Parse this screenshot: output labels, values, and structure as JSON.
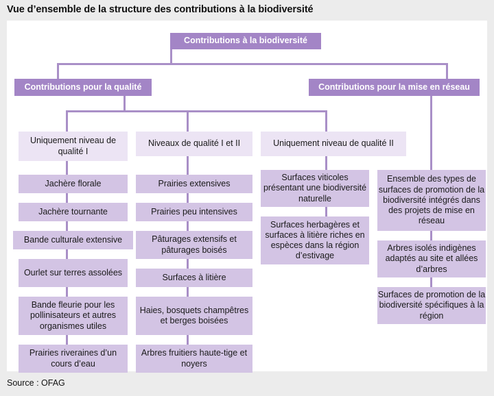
{
  "title": "Vue d’ensemble de la structure des contributions à la biodiversité",
  "source": "Source : OFAG",
  "colors": {
    "page_background": "#ececec",
    "canvas_background": "#ffffff",
    "node_level1": "#a385c6",
    "node_level2": "#a385c6",
    "node_header": "#ece4f4",
    "node_item": "#d3c4e4",
    "connector": "#a98fc7",
    "text_dark": "#1a1a1a",
    "text_light": "#ffffff"
  },
  "root": {
    "label": "Contributions à la biodiversité"
  },
  "level2": [
    {
      "label": "Contributions pour la qualité"
    },
    {
      "label": "Contributions pour la mise en réseau"
    }
  ],
  "columns": [
    {
      "header": "Uniquement niveau de qualité I",
      "items": [
        "Jachère florale",
        "Jachère tournante",
        "Bande culturale extensive",
        "Ourlet sur terres assolées",
        "Bande fleurie pour les pollinisateurs et autres organismes utiles",
        "Prairies riveraines d’un cours d’eau"
      ]
    },
    {
      "header": "Niveaux de qualité I et II",
      "items": [
        "Prairies extensives",
        "Prairies peu intensives",
        "Pâturages extensifs et pâturages boisés",
        "Surfaces à litière",
        "Haies, bosquets champêtres et berges boisées",
        "Arbres fruitiers haute-tige et noyers"
      ]
    },
    {
      "header": "Uniquement niveau de qualité II",
      "items": [
        "Surfaces viticoles présentant une biodiversité naturelle",
        "Surfaces herbagères et surfaces à litière riches en espèces dans la région d’estivage"
      ]
    },
    {
      "header": "",
      "items": [
        "Ensemble des types de surfaces de promotion de la biodiversité intégrés dans des projets de mise en réseau",
        "Arbres isolés indigènes adaptés au site et allées d’arbres",
        "Surfaces de promotion de la biodiversité spécifiques à la région"
      ]
    }
  ]
}
